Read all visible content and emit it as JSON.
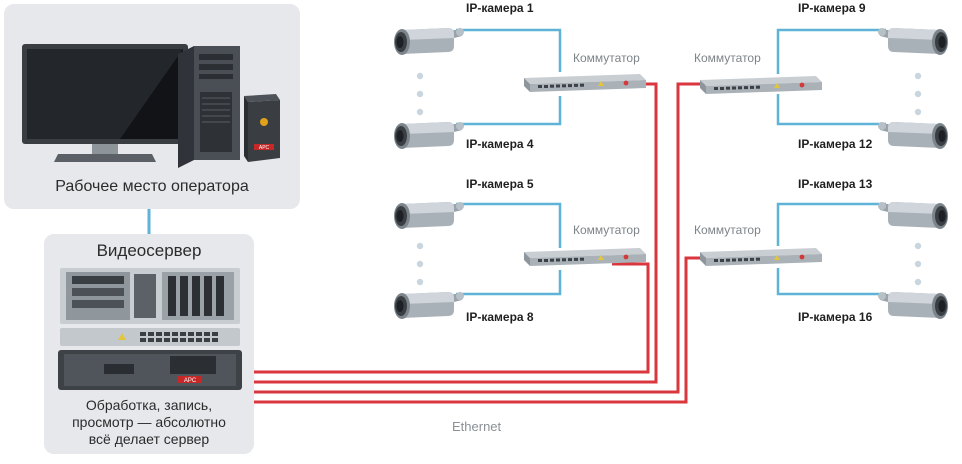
{
  "operator": {
    "label": "Рабочее место оператора",
    "ups_brand": "APC"
  },
  "server": {
    "title": "Видеосервер",
    "caption": [
      "Обработка, запись,",
      "просмотр — абсолютно",
      "всё делает сервер"
    ],
    "ups_brand": "APC"
  },
  "switch_label": "Коммутатор",
  "network_label": "Ethernet",
  "groups": [
    {
      "top_camera": "IP-камера 1",
      "bottom_camera": "IP-камера 4"
    },
    {
      "top_camera": "IP-камера 5",
      "bottom_camera": "IP-камера 8"
    },
    {
      "top_camera": "IP-камера 9",
      "bottom_camera": "IP-камера 12"
    },
    {
      "top_camera": "IP-камера 13",
      "bottom_camera": "IP-камера 16"
    }
  ],
  "colors": {
    "panel": "#e6e8ec",
    "link_camera": "#5fb3d6",
    "link_ethernet": "#d9363e",
    "link_operator": "#5fb3d6"
  }
}
